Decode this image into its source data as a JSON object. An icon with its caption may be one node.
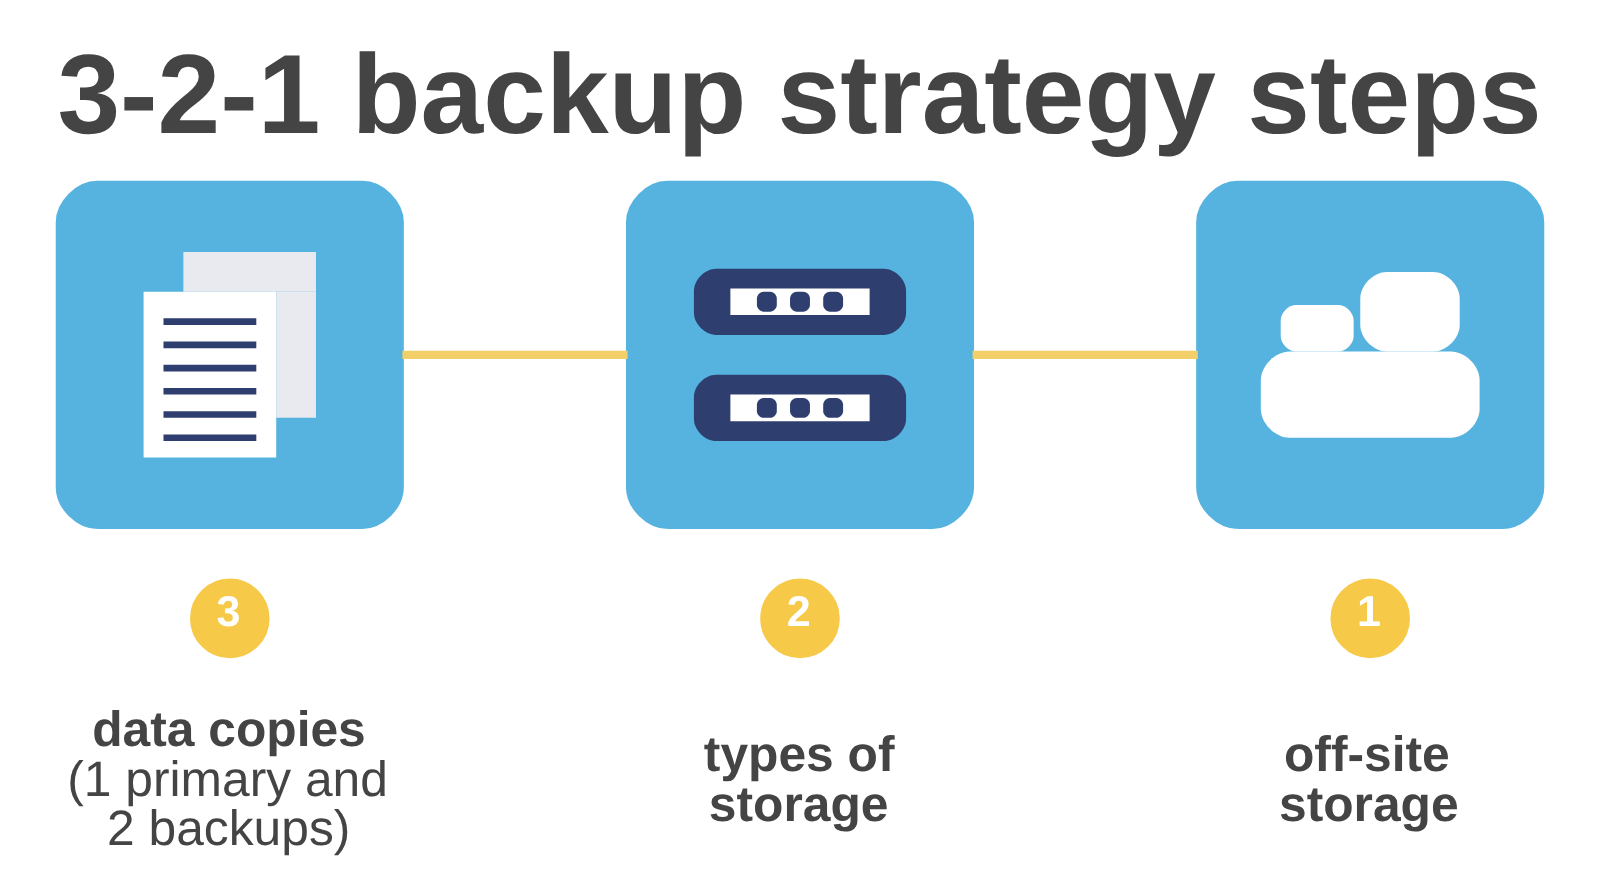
{
  "diagram": {
    "title": "3-2-1 backup strategy steps",
    "nodes": [
      {
        "text": [],
        "shape": "picture"
      },
      {
        "text": [],
        "shape": "picture"
      },
      {
        "text": [],
        "shape": "picture"
      },
      {
        "text": [
          "3"
        ],
        "beside": [
          "data copies",
          "(1 primary and 2 backups)"
        ]
      },
      {
        "text": [
          "2"
        ],
        "beside": [
          "types of storage"
        ]
      },
      {
        "text": [
          "1"
        ],
        "beside": [
          "off-site storage"
        ]
      }
    ],
    "edges": [
      {
        "from": 0,
        "to": 1,
        "arrow": "none"
      },
      {
        "from": 1,
        "to": 2,
        "arrow": "none"
      }
    ]
  }
}
